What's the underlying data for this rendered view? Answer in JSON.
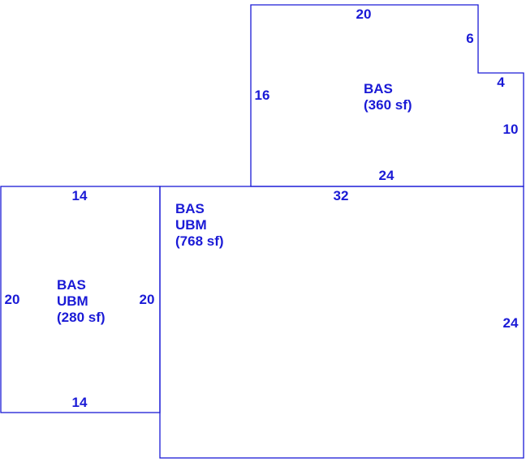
{
  "colors": {
    "line": "#1a1ad6",
    "background": "#ffffff"
  },
  "areas": {
    "upper": {
      "code": "BAS",
      "size": "(360 sf)",
      "dims": {
        "top": "20",
        "notch_vertical": "6",
        "notch_horizontal": "4",
        "left": "16",
        "right": "10",
        "bottom": "24"
      }
    },
    "main": {
      "code": "BAS",
      "code2": "UBM",
      "size": "(768 sf)",
      "dims": {
        "top": "32",
        "right": "24"
      }
    },
    "left": {
      "code": "BAS",
      "code2": "UBM",
      "size": "(280 sf)",
      "dims": {
        "top": "14",
        "bottom": "14",
        "left": "20",
        "right": "20"
      }
    }
  }
}
